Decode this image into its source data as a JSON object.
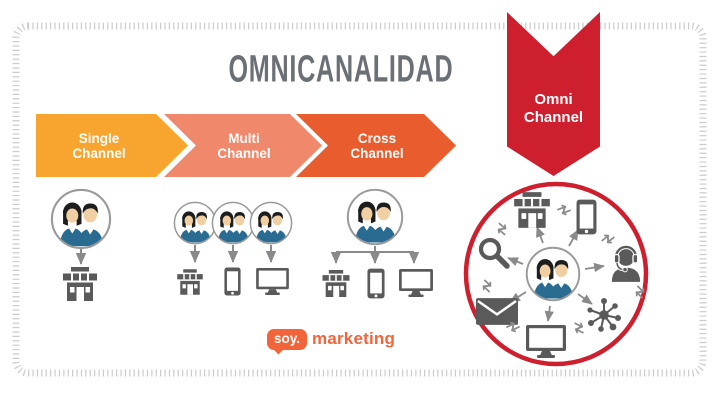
{
  "title": "OMNICANALIDAD",
  "colors": {
    "stage-single": "#F7A52F",
    "stage-multi": "#F0896B",
    "stage-cross": "#E95C2D",
    "brand-red": "#CE1F2E",
    "brand-orange": "#F2653B",
    "icon-gray": "#5A5A5A",
    "connector-gray": "#8A8A8A",
    "title-gray": "#6B7076",
    "avatar-suit": "#2A6B92",
    "avatar-skin": "#F0CFA2",
    "avatar-hair": "#1D1D1D",
    "circle-gray": "#9A9A9A",
    "border-gray": "#CCCCCC"
  },
  "stages": [
    {
      "line1": "Single",
      "line2": "Channel"
    },
    {
      "line1": "Multi",
      "line2": "Channel"
    },
    {
      "line1": "Cross",
      "line2": "Channel"
    }
  ],
  "omni": {
    "line1": "Omni",
    "line2": "Channel"
  },
  "logo": {
    "bubble": "soy.",
    "suffix": "marketing"
  },
  "channels": {
    "single": [
      "customers",
      "store"
    ],
    "multi": [
      "customers",
      "store",
      "smartphone",
      "computer"
    ],
    "cross": [
      "customers",
      "store",
      "smartphone",
      "computer"
    ],
    "omni": [
      "customers",
      "store",
      "smartphone",
      "search",
      "customer-service",
      "email",
      "computer",
      "network"
    ]
  }
}
